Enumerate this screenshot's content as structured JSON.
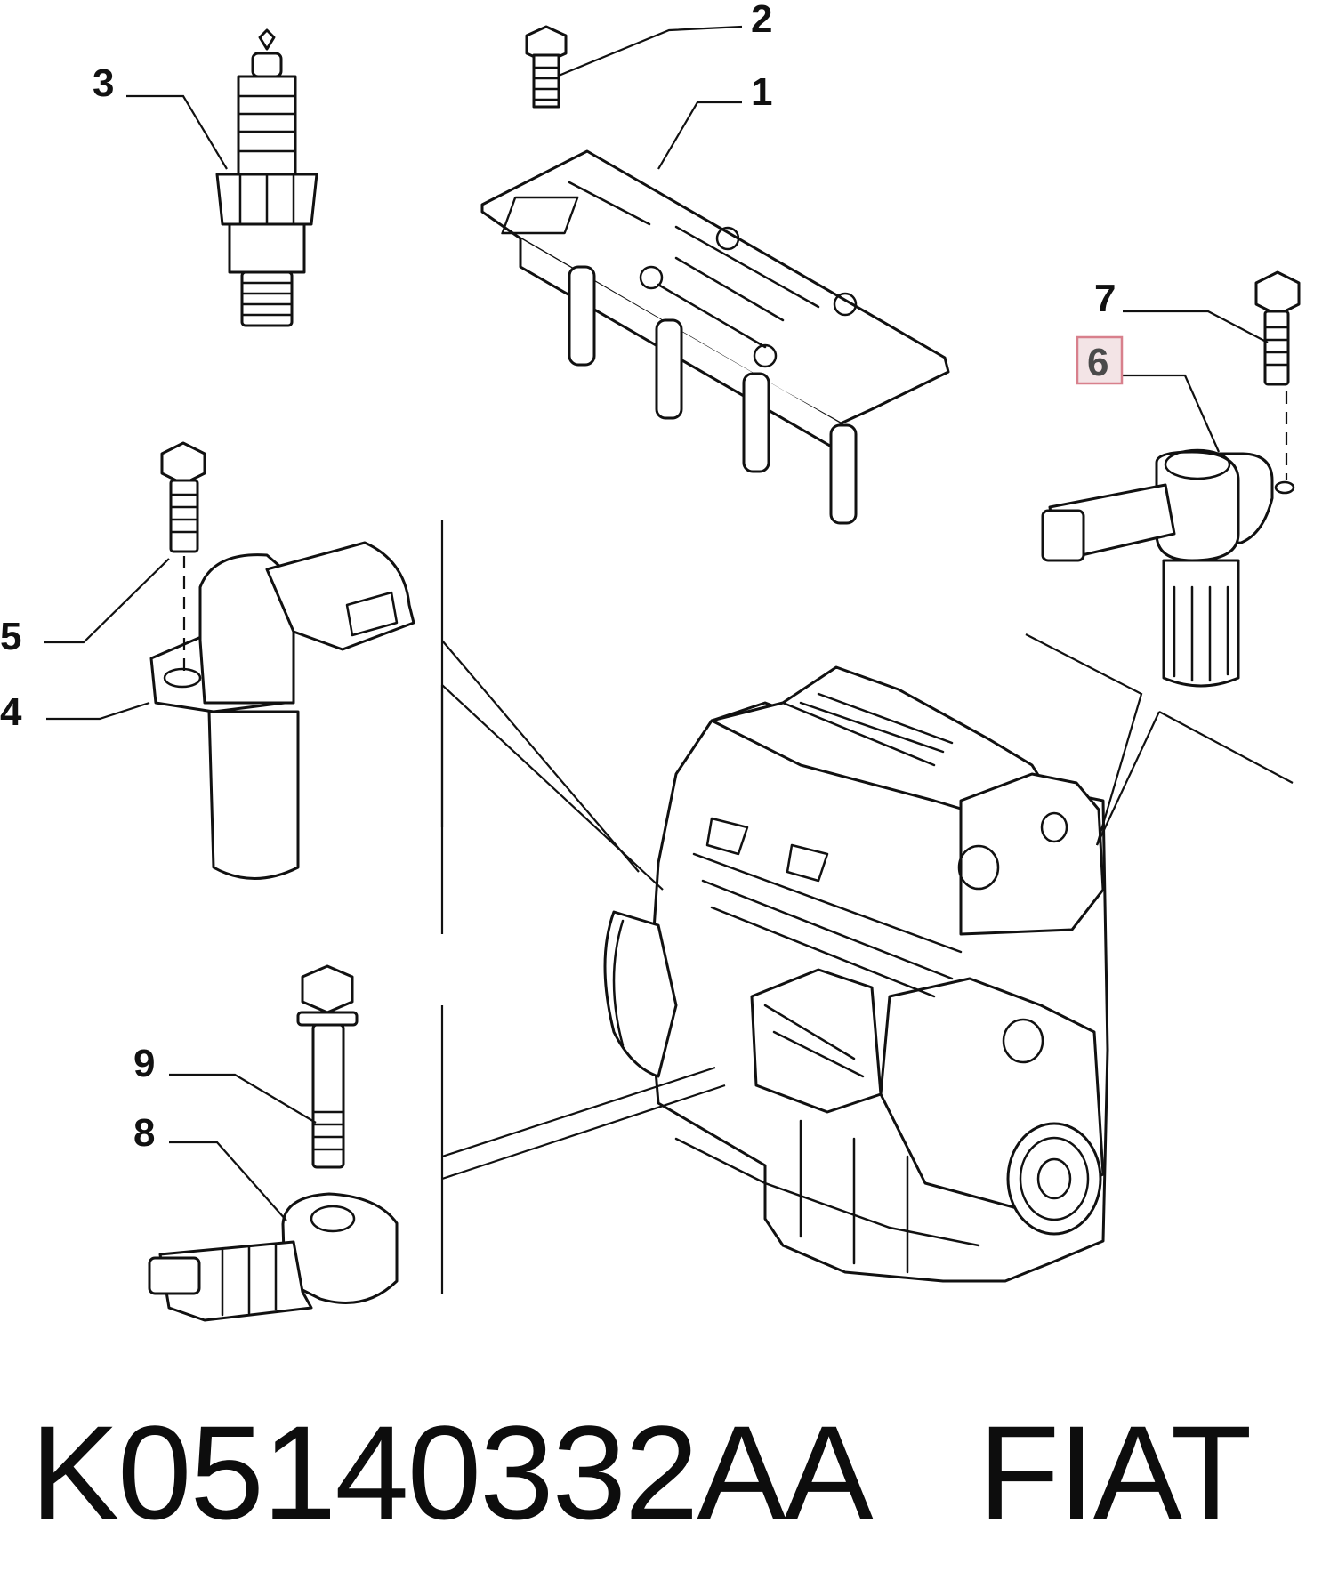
{
  "callouts": [
    {
      "id": "1",
      "label": "1"
    },
    {
      "id": "2",
      "label": "2"
    },
    {
      "id": "3",
      "label": "3"
    },
    {
      "id": "4",
      "label": "4"
    },
    {
      "id": "5",
      "label": "5"
    },
    {
      "id": "6",
      "label": "6",
      "highlighted": true
    },
    {
      "id": "7",
      "label": "7"
    },
    {
      "id": "8",
      "label": "8"
    },
    {
      "id": "9",
      "label": "9"
    }
  ],
  "caption": {
    "part_number": "K05140332AA",
    "brand": "FIAT"
  },
  "colors": {
    "line": "#111111",
    "highlight_fill": "#f3e4e6",
    "highlight_border": "#d8808c"
  }
}
